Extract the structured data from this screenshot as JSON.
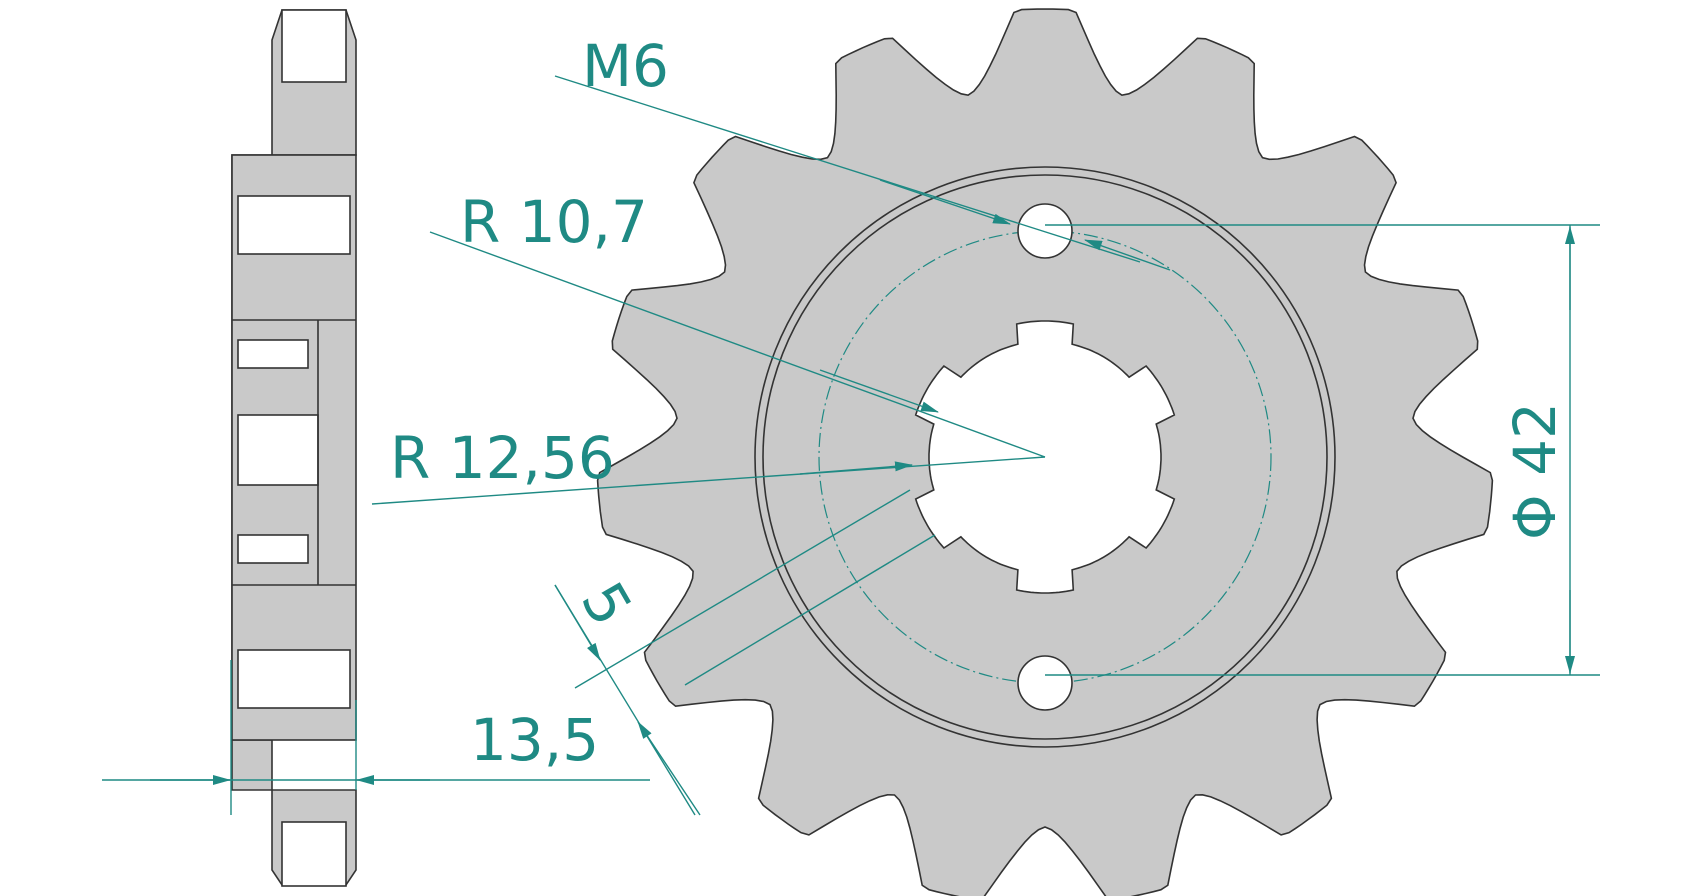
{
  "colors": {
    "dimension": "#1f8a84",
    "part_fill": "#c9c9c9",
    "outline": "#333333",
    "background": "#ffffff"
  },
  "labels": {
    "thread": "M6",
    "inner_radius": "R  10,7",
    "outer_radius": "R  12,56",
    "spline_width": "5",
    "thickness": "13,5",
    "bolt_circle": "Φ 42"
  },
  "sprocket": {
    "teeth": 15
  }
}
